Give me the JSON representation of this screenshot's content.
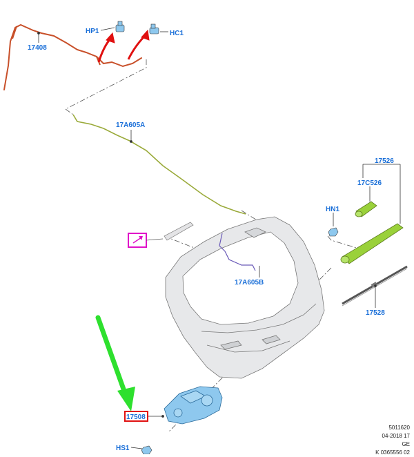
{
  "labels": {
    "hose": "17408",
    "hp1": "HP1",
    "hc1": "HC1",
    "tube_a": "17A605A",
    "tube_b": "17A605B",
    "arm_assembly": "17526",
    "cap": "17C526",
    "nut": "HN1",
    "blade": "17528",
    "motor": "17508",
    "screw": "HS1"
  },
  "footer": {
    "line1": "5011620",
    "line2": "04-2018 17",
    "line3": "GE",
    "line4": "K 0365556 02"
  },
  "colors": {
    "label": "#1a6fd8",
    "hose": "#c8502a",
    "tube": "#9aaa3a",
    "arm": "#9ad13a",
    "part_blue": "#8ec8ee",
    "highlight_arrow": "#2ee02e",
    "callout_red": "#e01010",
    "callout_magenta": "#e010c8"
  }
}
